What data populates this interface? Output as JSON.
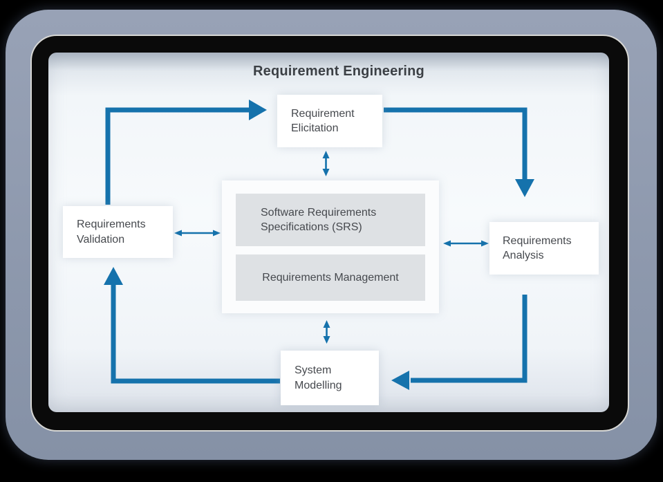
{
  "diagram": {
    "title": "Requirement Engineering",
    "nodes": {
      "elicitation": {
        "label": "Requirement Elicitation"
      },
      "validation": {
        "label": "Requirements Validation"
      },
      "analysis": {
        "label": "Requirements Analysis"
      },
      "modelling": {
        "label": "System Modelling"
      },
      "srs": {
        "label": "Software Requirements Specifications (SRS)"
      },
      "management": {
        "label": "Requirements Management"
      }
    },
    "connections": [
      {
        "from": "Requirements Validation",
        "to": "Requirement Elicitation",
        "style": "thick-one-way"
      },
      {
        "from": "Requirement Elicitation",
        "to": "Requirements Analysis",
        "style": "thick-one-way"
      },
      {
        "from": "Requirements Analysis",
        "to": "System Modelling",
        "style": "thick-one-way"
      },
      {
        "from": "System Modelling",
        "to": "Requirements Validation",
        "style": "thick-one-way"
      },
      {
        "from": "Requirement Elicitation",
        "to": "Central panel",
        "style": "thin-two-way"
      },
      {
        "from": "Requirements Validation",
        "to": "Central panel",
        "style": "thin-two-way"
      },
      {
        "from": "Requirements Analysis",
        "to": "Central panel",
        "style": "thin-two-way"
      },
      {
        "from": "System Modelling",
        "to": "Central panel",
        "style": "thin-two-way"
      }
    ]
  },
  "colors": {
    "accent_arrow": "#1572ac",
    "frame_top": "#98a2b6",
    "frame_bottom": "#8591a6",
    "bezel": "#0a0a0a",
    "bezel_line": "#d8d8d5",
    "box_gray": "#dee1e4",
    "panel_white": "#fbfcfd",
    "node_white": "#ffffff",
    "text_node": "#46494e",
    "text_title": "#3c4045"
  }
}
